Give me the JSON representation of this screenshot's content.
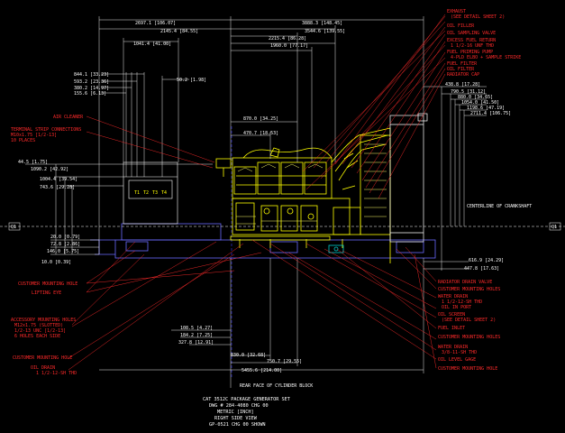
{
  "drawing": {
    "title_lines": [
      "CAT 3512C PACKAGE GENERATOR SET",
      "DWG # 284-4080 CHG 00",
      "METRIC [INCH]",
      "RIGHT SIDE VIEW",
      "GP-0521 CHG 00 SHOWN"
    ]
  },
  "dimensions_top": {
    "d1": "2697.1 [106.07]",
    "d2": "3888.3 [148.45]",
    "d3": "2145.4 [84.55]",
    "d4": "2215.4 [86.28]",
    "d5": "3544.6 [139.55]",
    "d6": "1041.4 [41.00]",
    "d7": "1960.0 [77.17]",
    "d8": "844.1 [33.23]",
    "d9": "593.2 [23.36]",
    "d10": "380.2 [14.97]",
    "d11": "155.6 [6.13]",
    "d12": "50.2 [1.98]"
  },
  "dimensions_mid": {
    "a1": "870.0 [34.25]",
    "a2": "470.7 [18.53]",
    "a3": "44.5 [1.75]",
    "a4": "1090.2 [42.92]",
    "a5": "1004.4 [39.54]",
    "a6": "743.6 [29.28]",
    "a7": "20.0 [0.79]",
    "a8": "72.8 [2.86]",
    "a9": "146.0 [5.75]",
    "a10": "10.0 [0.39]"
  },
  "dimensions_right": {
    "r1": "438.8 [17.28]",
    "r2": "790.5 [31.12]",
    "r3": "880.0 [34.65]",
    "r4": "1054.0 [41.50]",
    "r5": "1198.6 [47.19]",
    "r6": "2711.4 [106.75]",
    "r7": "616.9 [24.29]",
    "r8": "447.8 [17.63]",
    "centerline": "CENTERLINE OF CRANKSHAFT"
  },
  "dimensions_bottom": {
    "b1": "108.5 [4.27]",
    "b2": "184.2 [7.25]",
    "b3": "327.8 [12.91]",
    "b4": "830.0 [32.68]",
    "b5": "750.7 [29.55]",
    "b6": "5455.6 [214.00]",
    "rear_face": "REAR FACE OF CYLINDER BLOCK"
  },
  "markers": {
    "left": "Q1",
    "right": "Q1"
  },
  "callouts_left": [
    "AIR CLEANER",
    "TERMINAL STRIP CONNECTIONS",
    "M10x1.75 [1/2-13]",
    "10 PLACES",
    "CUSTOMER MOUNTING HOLE",
    "LIFTING EYE",
    "ACCESSORY MOUNTING HOLES",
    "M12x1.75 (SLOTTED)",
    "1/2-13 UNC [1/2-13]",
    "6 HOLES EACH SIDE",
    "CUSTOMER MOUNTING HOLE",
    "OIL DRAIN",
    "1 1/2-12-SH THD"
  ],
  "callouts_right_top": [
    "EXHAUST",
    "(SEE DETAIL SHEET 2)",
    "OIL FILLER",
    "OIL SAMPLING VALVE",
    "EXCESS FUEL RETURN",
    "1 1/2-16 UNF THD",
    "FUEL PRIMING PUMP",
    "4-PLD ELBO + SAMPLE STRIKE",
    "FUEL FILTER",
    "OIL FILTER",
    "RADIATOR CAP"
  ],
  "callouts_right_bottom": [
    "RADIATOR DRAIN VALVE",
    "CUSTOMER MOUNTING HOLES",
    "WATER DRAIN",
    "1 1/2-12-SH THD",
    "OIL IN PORT",
    "OIL SCREEN",
    "(SEE DETAIL SHEET 2)",
    "FUEL INLET",
    "CUSTOMER MOUNTING HOLES",
    "WATER DRAIN",
    "3/8-11-SH THD",
    "OIL LEVEL GAGE",
    "CUSTOMER MOUNTING HOLE"
  ],
  "turbo_labels": [
    "T1",
    "T2",
    "T3",
    "T4"
  ],
  "colors": {
    "background": "#000000",
    "dimension": "#ffffff",
    "callout": "#ff2a2a",
    "engine": "#ffff00",
    "frame": "#6b6bff",
    "connector": "#00cccc"
  }
}
